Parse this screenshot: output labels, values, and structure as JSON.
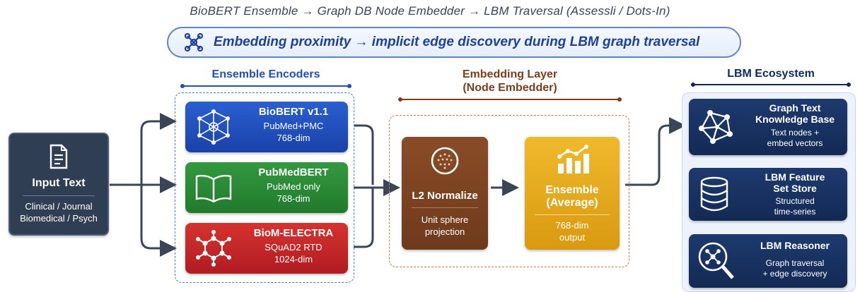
{
  "title": "BioBERT Ensemble → Graph DB Node Embedder → LBM Traversal (Assessli / Dots-In)",
  "banner": {
    "text": "Embedding proximity → implicit edge discovery during LBM graph traversal",
    "icon": "network-icon"
  },
  "input": {
    "title": "Input Text",
    "sub1": "Clinical / Journal",
    "sub2": "Biomedical / Psych",
    "icon": "document-icon"
  },
  "ensemble": {
    "label": "Ensemble Encoders",
    "encoders": [
      {
        "name": "BioBERT v1.1",
        "line1": "PubMed+PMC",
        "line2": "768-dim",
        "icon": "network-star-icon",
        "color": "#1f4fbf"
      },
      {
        "name": "PubMedBERT",
        "line1": "PubMed only",
        "line2": "768-dim",
        "icon": "book-icon",
        "color": "#2d8a3a"
      },
      {
        "name": "BioM-ELECTRA",
        "line1": "SQuAD2 RTD",
        "line2": "1024-dim",
        "icon": "molecule-icon",
        "color": "#c4262b"
      }
    ]
  },
  "embedding": {
    "label1": "Embedding Layer",
    "label2": "(Node Embedder)",
    "l2": {
      "title": "L2 Normalize",
      "line1": "Unit sphere",
      "line2": "projection",
      "icon": "sphere-icon"
    },
    "avg": {
      "title1": "Ensemble",
      "title2": "(Average)",
      "line1": "768-dim",
      "line2": "output",
      "icon": "bar-chart-icon"
    }
  },
  "lbm": {
    "label": "LBM Ecosystem",
    "items": [
      {
        "title1": "Graph Text",
        "title2": "Knowledge Base",
        "line1": "Text nodes +",
        "line2": "embed vectors",
        "icon": "graph-icon"
      },
      {
        "title1": "LBM Feature",
        "title2": "Set Store",
        "line1": "Structured",
        "line2": "time-series",
        "icon": "database-icon"
      },
      {
        "title1": "LBM Reasoner",
        "title2": "",
        "line1": "Graph traversal",
        "line2": "+ edge discovery",
        "icon": "search-graph-icon"
      }
    ]
  }
}
